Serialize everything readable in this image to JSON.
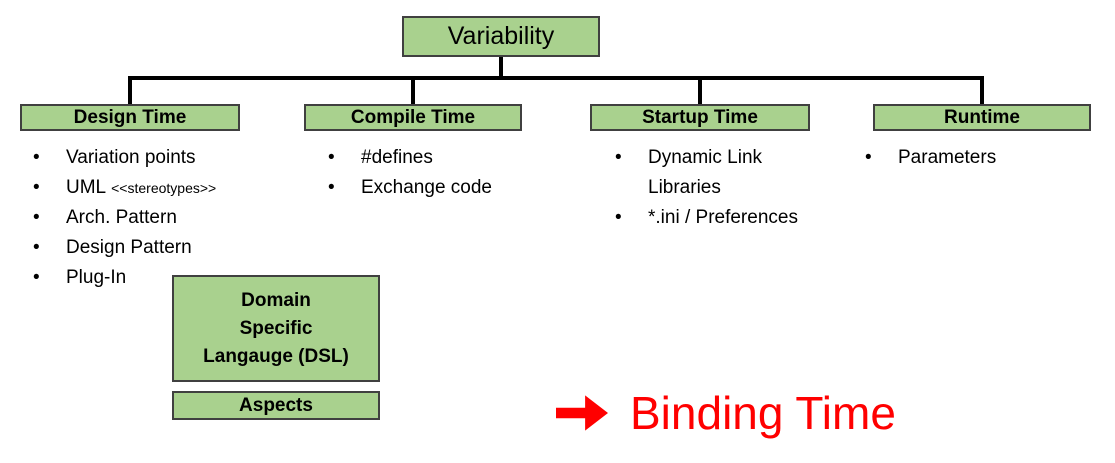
{
  "tree": {
    "root": "Variability"
  },
  "columns": [
    {
      "title": "Design Time",
      "items": [
        {
          "text": "Variation points"
        },
        {
          "text": "UML",
          "suffix": "<<stereotypes>>"
        },
        {
          "text": "Arch. Pattern"
        },
        {
          "text": "Design Pattern"
        },
        {
          "text": "Plug-In"
        }
      ]
    },
    {
      "title": "Compile Time",
      "items": [
        {
          "text": "#defines"
        },
        {
          "text": "Exchange code"
        }
      ]
    },
    {
      "title": "Startup Time",
      "items": [
        {
          "text": "Dynamic Link Libraries"
        },
        {
          "text": "*.ini / Preferences"
        }
      ]
    },
    {
      "title": "Runtime",
      "items": [
        {
          "text": "Parameters"
        }
      ]
    }
  ],
  "extra_boxes": {
    "dsl": {
      "lines": [
        "Domain",
        "Specific",
        "Langauge (DSL)"
      ]
    },
    "aspects": "Aspects"
  },
  "annotation": {
    "arrow_icon": "red-right-arrow",
    "label": "Binding Time"
  },
  "bullet_char": "•",
  "colors": {
    "box_fill": "#a9d18e",
    "box_border": "#404040",
    "connector": "#000000",
    "annotation_red": "#ff0000",
    "background": "#ffffff",
    "text": "#000000"
  }
}
